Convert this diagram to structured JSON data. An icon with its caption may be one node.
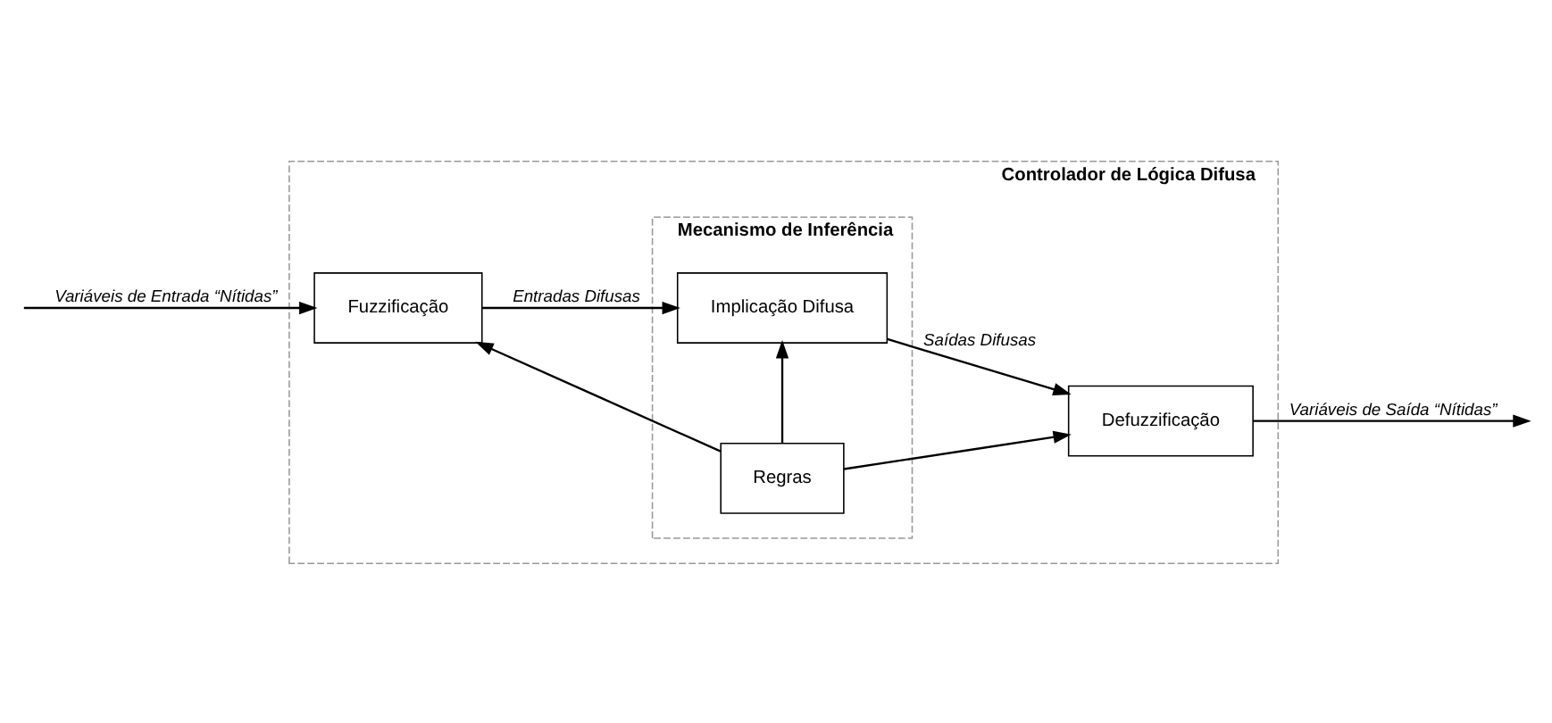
{
  "diagram": {
    "nodes": [
      {
        "text": [
          "Controlador de Lógica Difusa"
        ]
      },
      {
        "text": [
          "Mecanismo de Inferência"
        ],
        "in": 0
      },
      {
        "text": [
          "Regras"
        ],
        "in": 1
      },
      {
        "text": [
          "Fuzzificação"
        ],
        "in": 0
      },
      {
        "text": [
          "Defuzzificação"
        ],
        "in": 0
      },
      {
        "text": [
          "Implicação Difusa"
        ],
        "in": 1
      }
    ],
    "edges": [
      {
        "from": null,
        "to": 3,
        "arrow": "to",
        "label": "Variáveis de Entrada “Nítidas”"
      },
      {
        "from": 2,
        "to": 3,
        "arrow": "to"
      },
      {
        "from": 2,
        "to": 4,
        "arrow": "to"
      },
      {
        "from": 2,
        "to": 5,
        "arrow": "to"
      },
      {
        "from": 3,
        "to": 5,
        "arrow": "to",
        "label": "Entradas Difusas"
      },
      {
        "from": 5,
        "to": 4,
        "arrow": "to",
        "label": "Saídas Difusas"
      },
      {
        "from": 4,
        "to": null,
        "arrow": "to",
        "label": "Variáveis de Saída “Nítidas”"
      }
    ]
  }
}
